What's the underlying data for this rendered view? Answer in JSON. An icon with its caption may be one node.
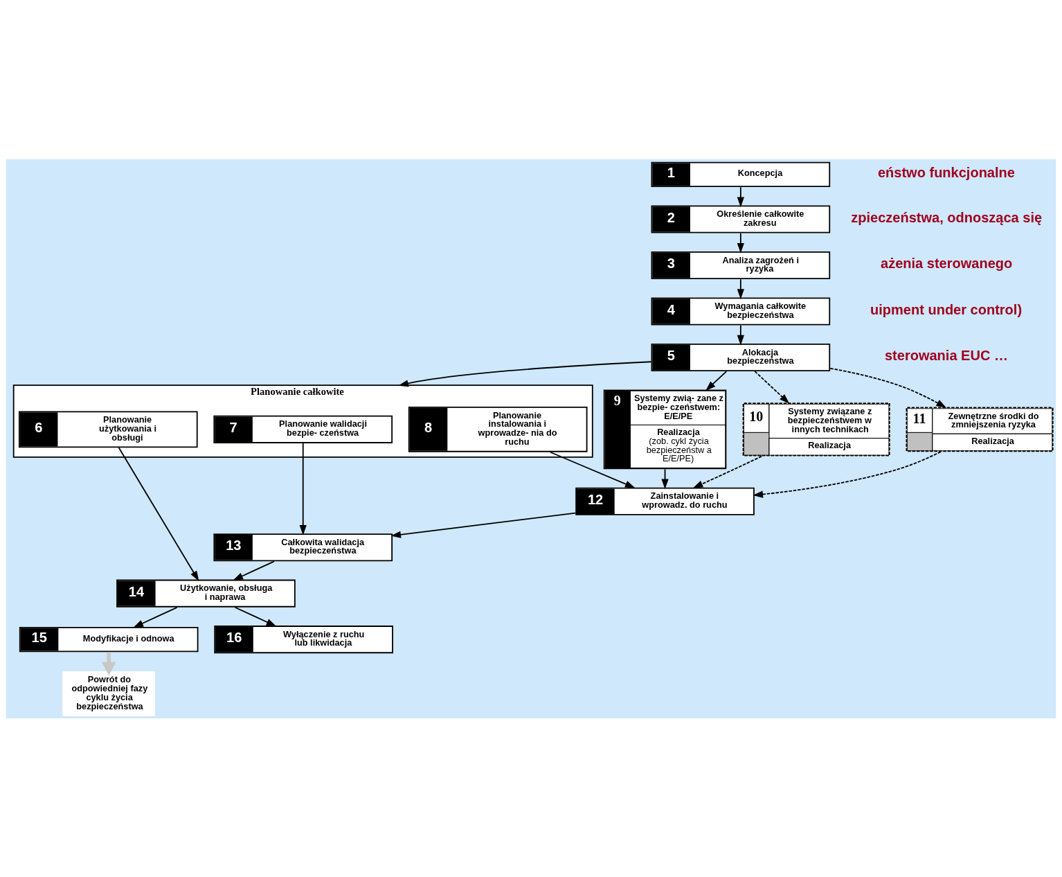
{
  "diagram": {
    "nodes": [
      {
        "text": [
          "1",
          "Koncepcja"
        ]
      },
      {
        "text": [
          "2",
          "Określenie całkowite zakresu"
        ]
      },
      {
        "text": [
          "3",
          "Analiza zagrożeń i ryzyka"
        ]
      },
      {
        "text": [
          "4",
          "Wymagania całkowite bezpieczeństwa"
        ]
      },
      {
        "text": [
          "5",
          "Alokacja bezpieczeństwa"
        ]
      },
      {
        "text": [
          "Planowanie całkowite"
        ]
      },
      {
        "text": [
          "6",
          "Planowanie użytkowania i obsługi"
        ],
        "in": 5
      },
      {
        "text": [
          "7",
          "Planowanie walidacji bezpie- czeństwa"
        ],
        "in": 5
      },
      {
        "text": [
          "8",
          "Planowanie instalowania i wprowadze- nia do ruchu"
        ],
        "in": 5
      },
      {
        "text": [
          "9",
          "Systemy zwią- zane z bezpie- czeństwem: E/E/PE",
          "Realizacja",
          "(zob. cykl życia bezpieczeństw a E/E/PE)"
        ]
      },
      {
        "text": [
          "10",
          "Systemy związane z bezpieczeństwem w innych technikach",
          "Realizacja"
        ]
      },
      {
        "text": [
          "11",
          "Zewnętrzne środki do zmniejszenia ryzyka",
          "Realizacja"
        ]
      },
      {
        "text": [
          "12",
          "Zainstalowanie i wprowadz. do ruchu"
        ]
      },
      {
        "text": [
          "13",
          "Całkowita walidacja bezpieczeństwa"
        ]
      },
      {
        "text": [
          "14",
          "Użytkowanie, obsługa i naprawa"
        ]
      },
      {
        "text": [
          "15",
          "Modyfikacje i odnowa"
        ]
      },
      {
        "text": [
          "16",
          "Wyłączenie z ruchu lub likwidacja"
        ]
      },
      {
        "text": [
          "Powrót do odpowiedniej fazy cyklu życia bezpieczeństwa"
        ]
      }
    ],
    "edges": [
      {
        "from": 0,
        "to": 1,
        "arrow": "to"
      },
      {
        "from": 1,
        "to": 2,
        "arrow": "to"
      },
      {
        "from": 2,
        "to": 3,
        "arrow": "to"
      },
      {
        "from": 3,
        "to": 4,
        "arrow": "to"
      },
      {
        "from": 4,
        "to": 5,
        "arrow": "to"
      },
      {
        "from": 4,
        "to": 9,
        "arrow": "to"
      },
      {
        "from": 4,
        "to": 10,
        "arrow": "to",
        "style": "dashed"
      },
      {
        "from": 4,
        "to": 11,
        "arrow": "to",
        "style": "dashed"
      },
      {
        "from": 9,
        "to": 12,
        "arrow": "to"
      },
      {
        "from": 8,
        "to": 12,
        "arrow": "to"
      },
      {
        "from": 10,
        "to": 12,
        "arrow": "to",
        "style": "dashed"
      },
      {
        "from": 11,
        "to": 12,
        "arrow": "to",
        "style": "dashed"
      },
      {
        "from": 12,
        "to": 13,
        "arrow": "to"
      },
      {
        "from": 7,
        "to": 13,
        "arrow": "to"
      },
      {
        "from": 13,
        "to": 14,
        "arrow": "to"
      },
      {
        "from": 6,
        "to": 14,
        "arrow": "to"
      },
      {
        "from": 14,
        "to": 15,
        "arrow": "to"
      },
      {
        "from": 14,
        "to": 16,
        "arrow": "to"
      },
      {
        "from": 15,
        "to": 17,
        "arrow": "to",
        "style": "thick",
        "color": "#c8c8c8"
      }
    ],
    "labels": [
      "eństwo funkcjonalne",
      "zpieczeństwa, odnosząca się",
      "ażenia sterowanego",
      "uipment under control)",
      "sterowania EUC …"
    ]
  }
}
